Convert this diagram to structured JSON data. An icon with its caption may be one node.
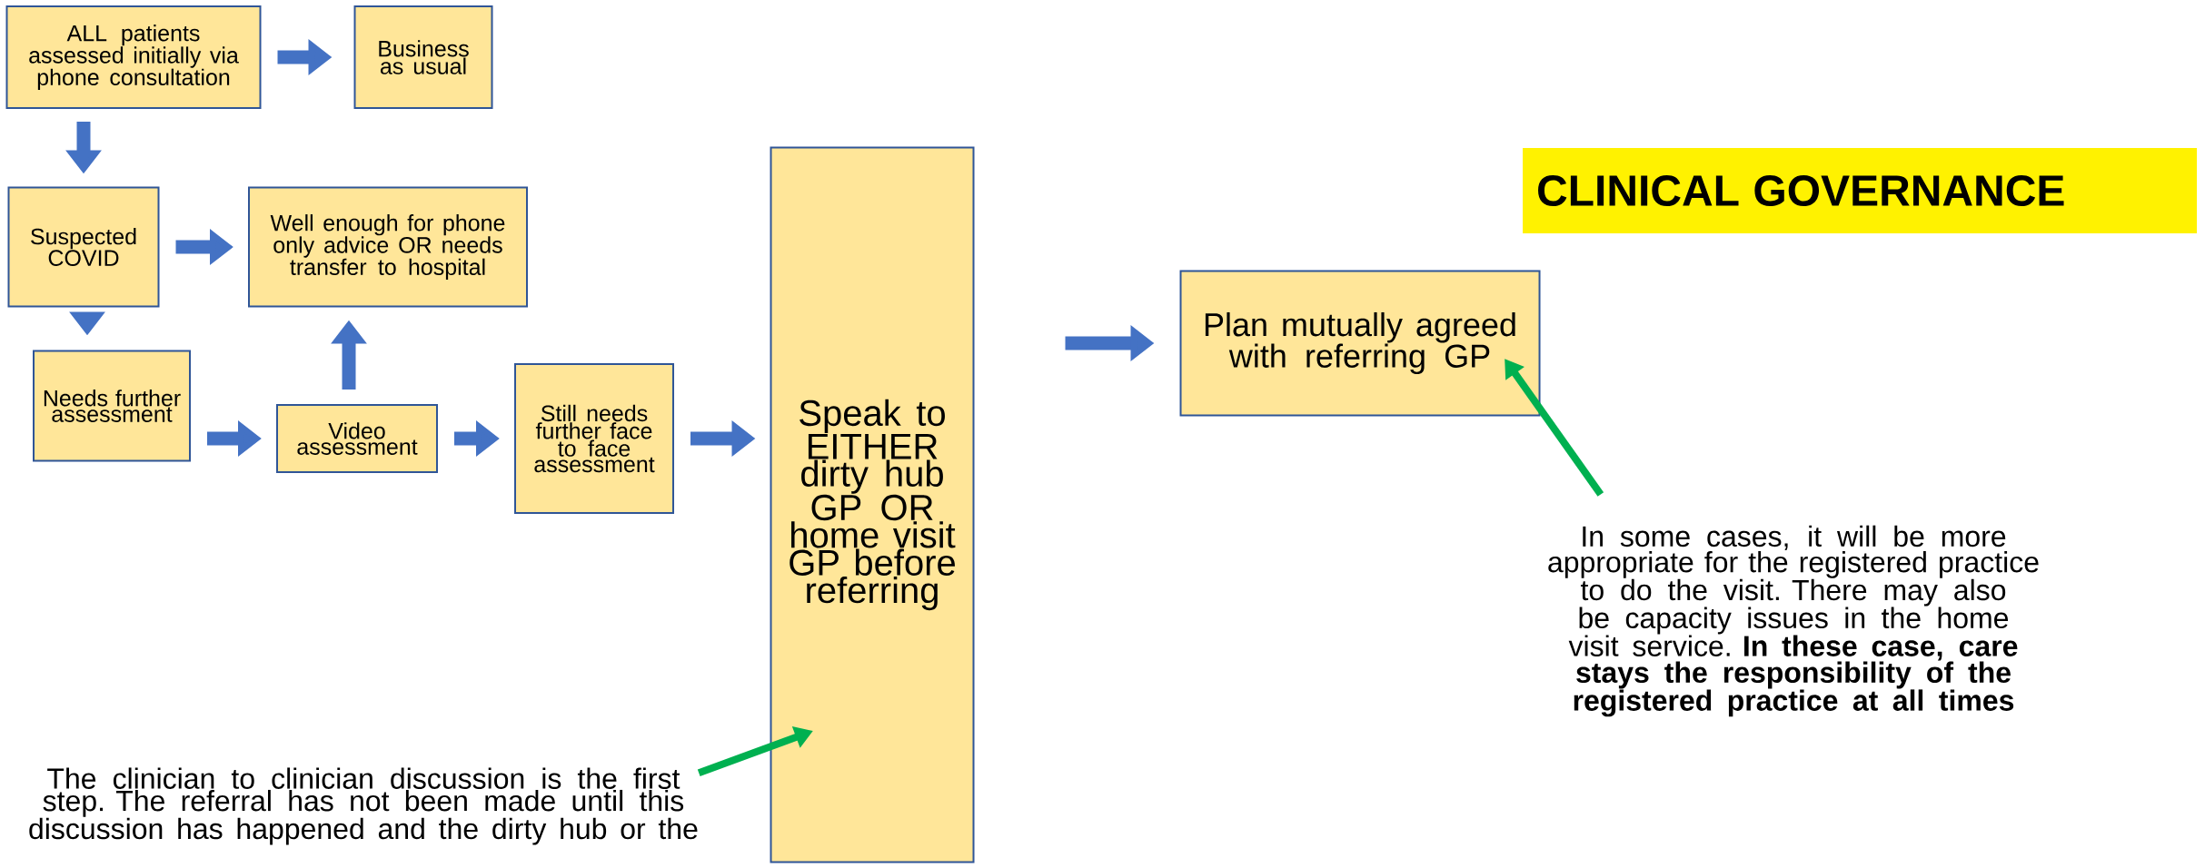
{
  "diagram": {
    "nodes": [
      {
        "text": [
          "ALL patients assessed initially via phone consultation"
        ]
      },
      {
        "text": [
          "Business as usual"
        ]
      },
      {
        "text": [
          "Suspected COVID"
        ]
      },
      {
        "text": [
          "Well enough for phone only advice OR needs transfer to hospital"
        ]
      },
      {
        "text": [
          "Needs further assessment"
        ]
      },
      {
        "text": [
          "Video assessment"
        ]
      },
      {
        "text": [
          "Still needs further face to face assessment"
        ]
      },
      {
        "text": [
          "Speak to EITHER dirty hub GP OR home visit GP before referring"
        ]
      },
      {
        "text": [
          "Plan mutually agreed with referring GP"
        ]
      },
      {
        "text": [
          "CLINICAL GOVERNANCE"
        ]
      },
      {
        "text": [
          "In some cases, it will be more appropriate for the registered practice to do the visit. There may also be capacity issues in the home visit service. **In these case, care stays the responsibility of the registered practice at all times**"
        ]
      },
      {
        "text": [
          "The clinician to clinician discussion is the first step. The referral has not been made until this discussion has happened and the dirty hub or the"
        ]
      }
    ],
    "edges": [
      {
        "from": 0,
        "to": 1,
        "arrow": "to"
      },
      {
        "from": 0,
        "to": 2,
        "arrow": "to"
      },
      {
        "from": 2,
        "to": 3,
        "arrow": "to"
      },
      {
        "from": 2,
        "to": 4,
        "arrow": "to"
      },
      {
        "from": 4,
        "to": 5,
        "arrow": "to"
      },
      {
        "from": 5,
        "to": 3,
        "arrow": "to"
      },
      {
        "from": 5,
        "to": 6,
        "arrow": "to"
      },
      {
        "from": 6,
        "to": 7,
        "arrow": "to"
      },
      {
        "from": 7,
        "to": 8,
        "arrow": "to"
      },
      {
        "from": 11,
        "to": 7,
        "arrow": "to",
        "color": "#00b050"
      },
      {
        "from": 10,
        "to": 8,
        "arrow": "to",
        "color": "#00b050"
      }
    ]
  }
}
